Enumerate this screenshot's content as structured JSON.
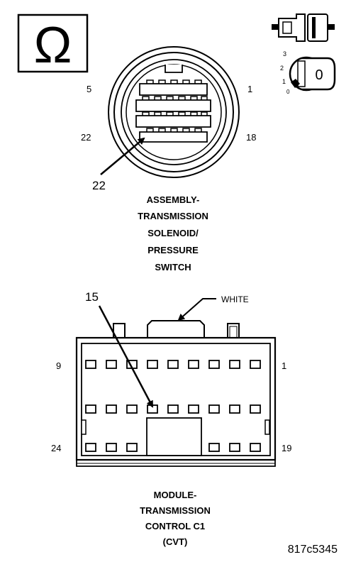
{
  "ohm_symbol": "Ω",
  "key_switch": {
    "positions": [
      "3",
      "2",
      "1",
      "0"
    ],
    "key_label": "0"
  },
  "solenoid_connector": {
    "pin_left_top": "5",
    "pin_right_top": "1",
    "pin_left_bottom": "22",
    "pin_right_bottom": "18",
    "callout": "22",
    "caption": [
      "ASSEMBLY-",
      "TRANSMISSION",
      "SOLENOID/",
      "PRESSURE",
      "SWITCH"
    ]
  },
  "module_connector": {
    "callout": "15",
    "color_label": "WHITE",
    "pin_left_top": "9",
    "pin_right_top": "1",
    "pin_left_bottom": "24",
    "pin_right_bottom": "19",
    "caption": [
      "MODULE-",
      "TRANSMISSION",
      "CONTROL C1",
      "(CVT)"
    ]
  },
  "figure_id": "817c5345"
}
